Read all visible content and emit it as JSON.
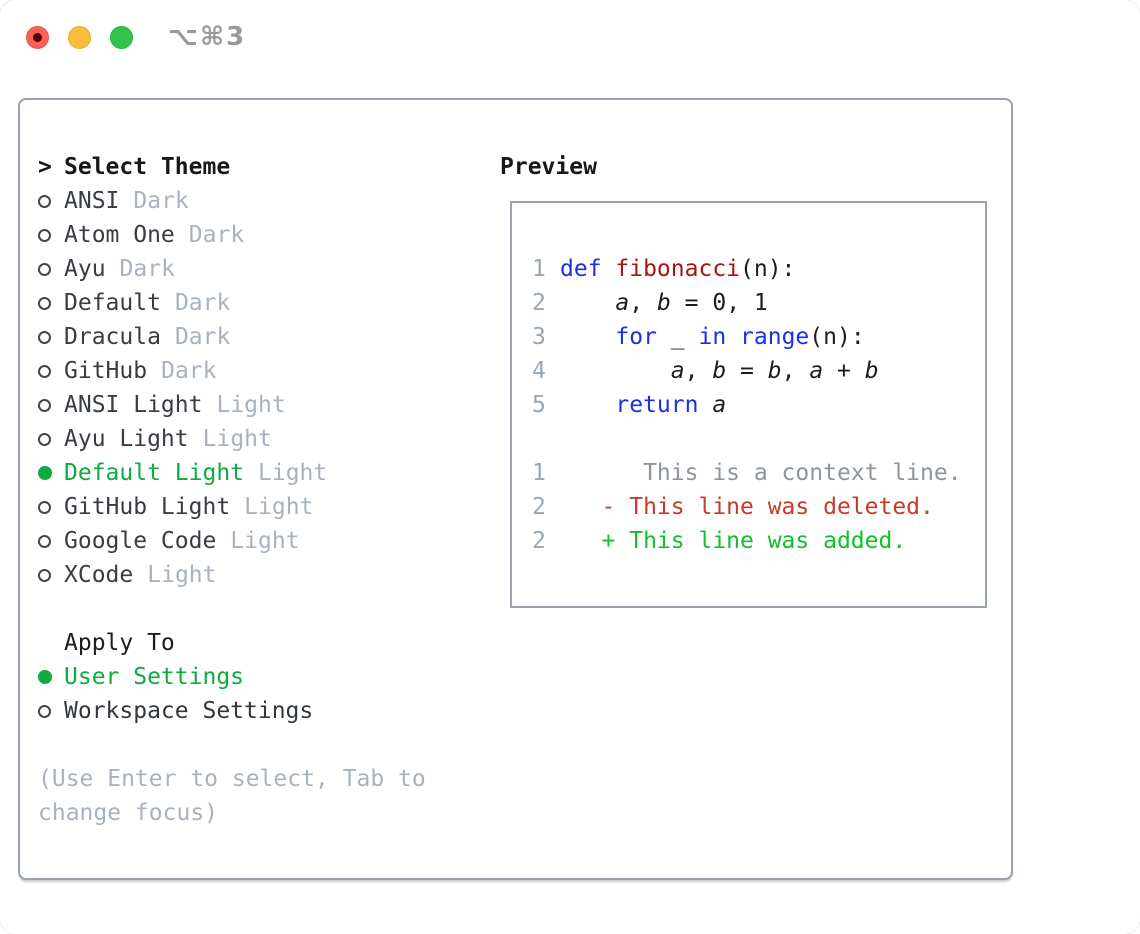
{
  "window": {
    "title": "⌥⌘3"
  },
  "titlebar": {
    "buttons": [
      {
        "name": "close",
        "color": "#f96156",
        "has_unsaved_dot": true
      },
      {
        "name": "minimize",
        "color": "#f9bd3b"
      },
      {
        "name": "zoom",
        "color": "#33c24d"
      }
    ]
  },
  "theme_list": {
    "prompt": ">",
    "header": "Select Theme",
    "items": [
      {
        "name": "ANSI",
        "tag": "Dark",
        "selected": false
      },
      {
        "name": "Atom One",
        "tag": "Dark",
        "selected": false
      },
      {
        "name": "Ayu",
        "tag": "Dark",
        "selected": false
      },
      {
        "name": "Default",
        "tag": "Dark",
        "selected": false
      },
      {
        "name": "Dracula",
        "tag": "Dark",
        "selected": false
      },
      {
        "name": "GitHub",
        "tag": "Dark",
        "selected": false
      },
      {
        "name": "ANSI Light",
        "tag": "Light",
        "selected": false
      },
      {
        "name": "Ayu Light",
        "tag": "Light",
        "selected": false
      },
      {
        "name": "Default Light",
        "tag": "Light",
        "selected": true
      },
      {
        "name": "GitHub Light",
        "tag": "Light",
        "selected": false
      },
      {
        "name": "Google Code",
        "tag": "Light",
        "selected": false
      },
      {
        "name": "XCode",
        "tag": "Light",
        "selected": false
      }
    ]
  },
  "apply_to": {
    "header": "Apply To",
    "options": [
      {
        "label": "User Settings",
        "selected": true
      },
      {
        "label": "Workspace Settings",
        "selected": false
      }
    ]
  },
  "help_text": "(Use Enter to select, Tab to change focus)",
  "preview": {
    "header": "Preview",
    "lines": [
      {
        "num": "1",
        "segs": [
          {
            "t": "def ",
            "c": "kw"
          },
          {
            "t": "fibonacci",
            "c": "fn"
          },
          {
            "t": "(n):",
            "c": "pl"
          }
        ]
      },
      {
        "num": "2",
        "segs": [
          {
            "t": "    ",
            "c": "pl"
          },
          {
            "t": "a",
            "c": "var"
          },
          {
            "t": ", ",
            "c": "pl"
          },
          {
            "t": "b",
            "c": "var"
          },
          {
            "t": " = 0, 1",
            "c": "pl"
          }
        ]
      },
      {
        "num": "3",
        "segs": [
          {
            "t": "    ",
            "c": "pl"
          },
          {
            "t": "for",
            "c": "kw"
          },
          {
            "t": " _ ",
            "c": "pl"
          },
          {
            "t": "in",
            "c": "kw"
          },
          {
            "t": " ",
            "c": "pl"
          },
          {
            "t": "range",
            "c": "kw"
          },
          {
            "t": "(n):",
            "c": "pl"
          }
        ]
      },
      {
        "num": "4",
        "segs": [
          {
            "t": "        ",
            "c": "pl"
          },
          {
            "t": "a",
            "c": "var"
          },
          {
            "t": ", ",
            "c": "pl"
          },
          {
            "t": "b",
            "c": "var"
          },
          {
            "t": " = ",
            "c": "pl"
          },
          {
            "t": "b",
            "c": "var"
          },
          {
            "t": ", ",
            "c": "pl"
          },
          {
            "t": "a",
            "c": "var"
          },
          {
            "t": " + ",
            "c": "pl"
          },
          {
            "t": "b",
            "c": "var"
          }
        ]
      },
      {
        "num": "5",
        "segs": [
          {
            "t": "    ",
            "c": "pl"
          },
          {
            "t": "return",
            "c": "kw"
          },
          {
            "t": " ",
            "c": "pl"
          },
          {
            "t": "a",
            "c": "var"
          }
        ]
      },
      {
        "num": "",
        "segs": []
      },
      {
        "num": "1",
        "segs": [
          {
            "t": "      This is a context line.",
            "c": "ctx"
          }
        ]
      },
      {
        "num": "2",
        "segs": [
          {
            "t": "   - This line was deleted.",
            "c": "del"
          }
        ]
      },
      {
        "num": "2",
        "segs": [
          {
            "t": "   + This line was added.",
            "c": "add"
          }
        ]
      }
    ]
  },
  "colors": {
    "selection_green": "#0dab40",
    "keyword_blue": "#1c2fe2",
    "function_red": "#a81414",
    "diff_deleted_red": "#c43b2b",
    "diff_added_green": "#11c02c",
    "context_gray": "#8e959d",
    "muted_tag_gray": "#a8b2bf",
    "line_number_gray": "#9aa6b4",
    "panel_border_gray": "#9aa2ad",
    "titlebar_text_gray": "#97999c",
    "traffic_red": "#f96156",
    "traffic_yellow": "#f9bd3b",
    "traffic_green": "#33c24d"
  }
}
